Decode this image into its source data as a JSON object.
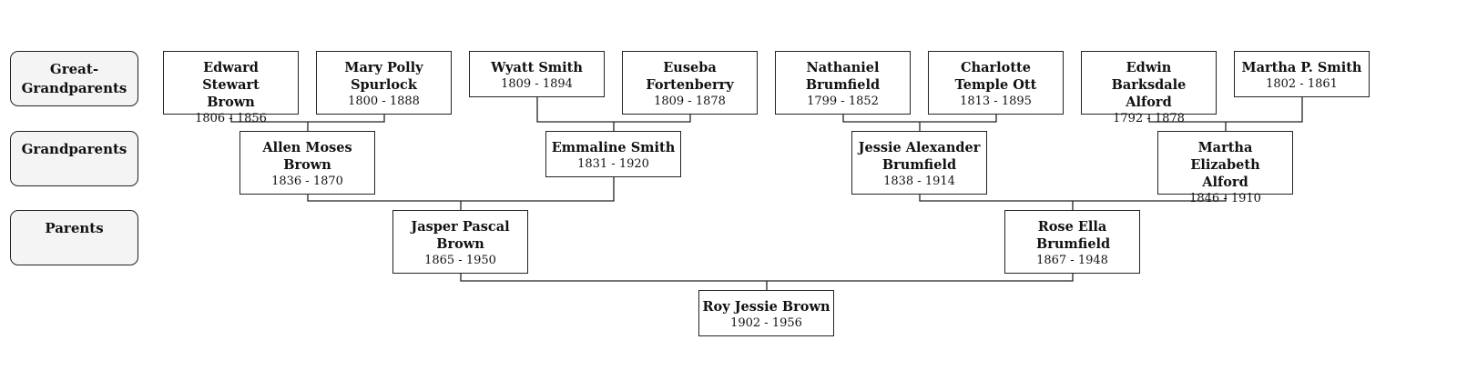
{
  "generations": {
    "great_grandparents": "Great-\nGrandparents",
    "grandparents": "Grandparents",
    "parents": "Parents"
  },
  "people": {
    "edward": {
      "name": "Edward Stewart Brown",
      "dates": "1806 - 1856"
    },
    "mary": {
      "name": "Mary Polly Spurlock",
      "dates": "1800 - 1888"
    },
    "wyatt": {
      "name": "Wyatt Smith",
      "dates": "1809 - 1894"
    },
    "euseba": {
      "name": "Euseba Fortenberry",
      "dates": "1809 - 1878"
    },
    "nathaniel": {
      "name": "Nathaniel Brumfield",
      "dates": "1799 - 1852"
    },
    "charlotte": {
      "name": "Charlotte Temple Ott",
      "dates": "1813 - 1895"
    },
    "edwin": {
      "name": "Edwin Barksdale Alford",
      "dates": "1792 - 1878"
    },
    "martha_p": {
      "name": "Martha P. Smith",
      "dates": "1802 - 1861"
    },
    "allen": {
      "name": "Allen Moses Brown",
      "dates": "1836 - 1870"
    },
    "emmaline": {
      "name": "Emmaline Smith",
      "dates": "1831 - 1920"
    },
    "jessie": {
      "name": "Jessie Alexander Brumfield",
      "dates": "1838 - 1914"
    },
    "martha_e": {
      "name": "Martha Elizabeth Alford",
      "dates": "1846 - 1910"
    },
    "jasper": {
      "name": "Jasper Pascal Brown",
      "dates": "1865 - 1950"
    },
    "rose": {
      "name": "Rose Ella Brumfield",
      "dates": "1867 - 1948"
    },
    "roy": {
      "name": "Roy Jessie Brown",
      "dates": "1902 - 1956"
    }
  }
}
